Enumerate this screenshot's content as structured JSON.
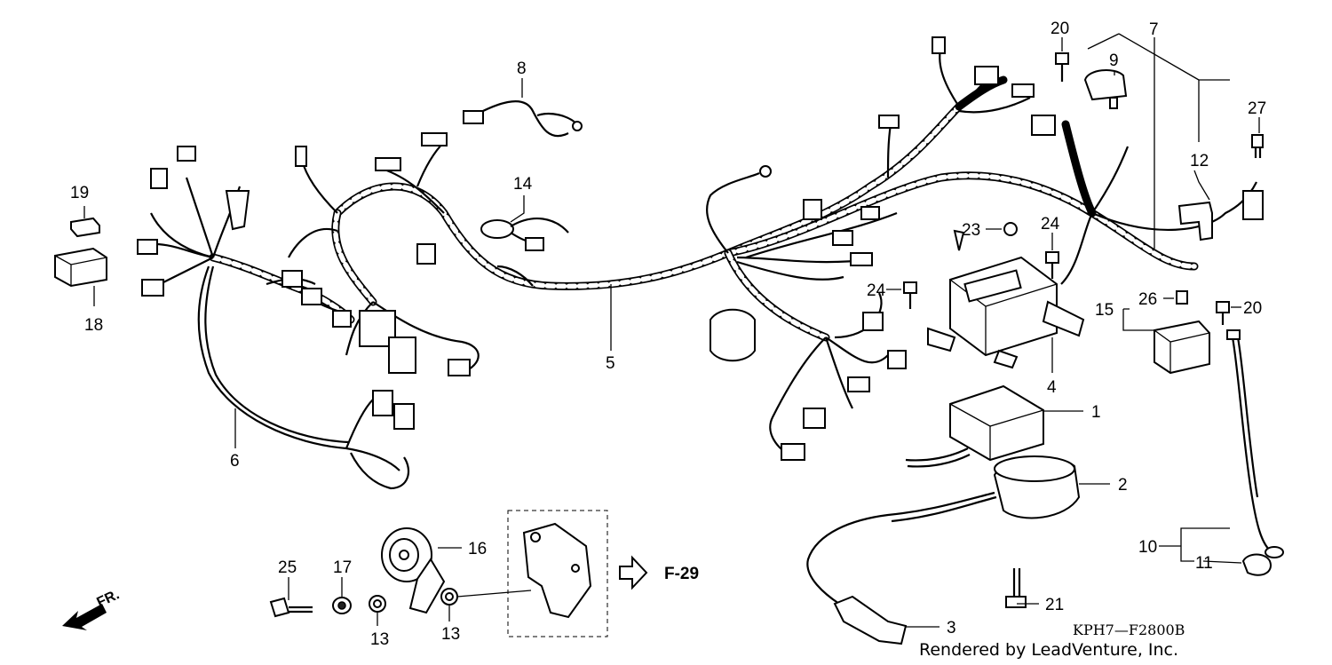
{
  "callouts": {
    "c1": "1",
    "c2": "2",
    "c3": "3",
    "c4": "4",
    "c5": "5",
    "c6": "6",
    "c7": "7",
    "c8": "8",
    "c9": "9",
    "c10": "10",
    "c11": "11",
    "c12": "12",
    "c13a": "13",
    "c13b": "13",
    "c14": "14",
    "c15": "15",
    "c16": "16",
    "c17": "17",
    "c18": "18",
    "c19": "19",
    "c20a": "20",
    "c20b": "20",
    "c21": "21",
    "c23": "23",
    "c24a": "24",
    "c24b": "24",
    "c25": "25",
    "c26": "26",
    "c27": "27"
  },
  "reference": "F-29",
  "diagram_code": "KPH7—F2800B",
  "credit": "Rendered by LeadVenture, Inc.",
  "direction_label": "FR.",
  "icons": {
    "direction": "front-direction-arrow-icon",
    "reference": "hollow-arrow-icon"
  }
}
